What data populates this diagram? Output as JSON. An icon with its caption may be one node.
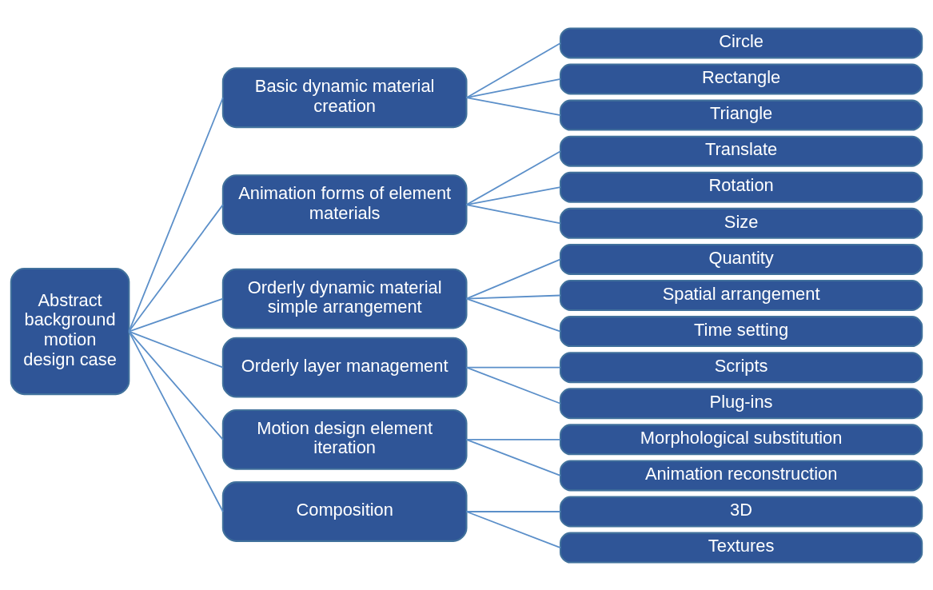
{
  "diagram": {
    "nodes": [
      {
        "text": [
          "Abstract background motion design case"
        ]
      },
      {
        "text": [
          "Basic dynamic material creation"
        ]
      },
      {
        "text": [
          "Animation forms of element materials"
        ]
      },
      {
        "text": [
          "Orderly dynamic material simple arrangement"
        ]
      },
      {
        "text": [
          "Orderly layer management"
        ]
      },
      {
        "text": [
          "Motion design element iteration"
        ]
      },
      {
        "text": [
          "Composition"
        ]
      },
      {
        "text": [
          "Circle"
        ]
      },
      {
        "text": [
          "Rectangle"
        ]
      },
      {
        "text": [
          "Triangle"
        ]
      },
      {
        "text": [
          "Translate"
        ]
      },
      {
        "text": [
          "Rotation"
        ]
      },
      {
        "text": [
          "Size"
        ]
      },
      {
        "text": [
          "Quantity"
        ]
      },
      {
        "text": [
          "Spatial arrangement"
        ]
      },
      {
        "text": [
          "Time setting"
        ]
      },
      {
        "text": [
          "Scripts"
        ]
      },
      {
        "text": [
          "Plug-ins"
        ]
      },
      {
        "text": [
          "Morphological substitution"
        ]
      },
      {
        "text": [
          "Animation reconstruction"
        ]
      },
      {
        "text": [
          "3D"
        ]
      },
      {
        "text": [
          "Textures"
        ]
      }
    ],
    "edges": [
      {
        "from": 0,
        "to": 1,
        "arrow": "none"
      },
      {
        "from": 0,
        "to": 2,
        "arrow": "none"
      },
      {
        "from": 0,
        "to": 3,
        "arrow": "none"
      },
      {
        "from": 0,
        "to": 4,
        "arrow": "none"
      },
      {
        "from": 0,
        "to": 5,
        "arrow": "none"
      },
      {
        "from": 0,
        "to": 6,
        "arrow": "none"
      },
      {
        "from": 1,
        "to": 7,
        "arrow": "none"
      },
      {
        "from": 1,
        "to": 8,
        "arrow": "none"
      },
      {
        "from": 1,
        "to": 9,
        "arrow": "none"
      },
      {
        "from": 2,
        "to": 10,
        "arrow": "none"
      },
      {
        "from": 2,
        "to": 11,
        "arrow": "none"
      },
      {
        "from": 2,
        "to": 12,
        "arrow": "none"
      },
      {
        "from": 3,
        "to": 13,
        "arrow": "none"
      },
      {
        "from": 3,
        "to": 14,
        "arrow": "none"
      },
      {
        "from": 3,
        "to": 15,
        "arrow": "none"
      },
      {
        "from": 4,
        "to": 16,
        "arrow": "none"
      },
      {
        "from": 4,
        "to": 17,
        "arrow": "none"
      },
      {
        "from": 5,
        "to": 18,
        "arrow": "none"
      },
      {
        "from": 5,
        "to": 19,
        "arrow": "none"
      },
      {
        "from": 6,
        "to": 20,
        "arrow": "none"
      },
      {
        "from": 6,
        "to": 21,
        "arrow": "none"
      }
    ]
  }
}
